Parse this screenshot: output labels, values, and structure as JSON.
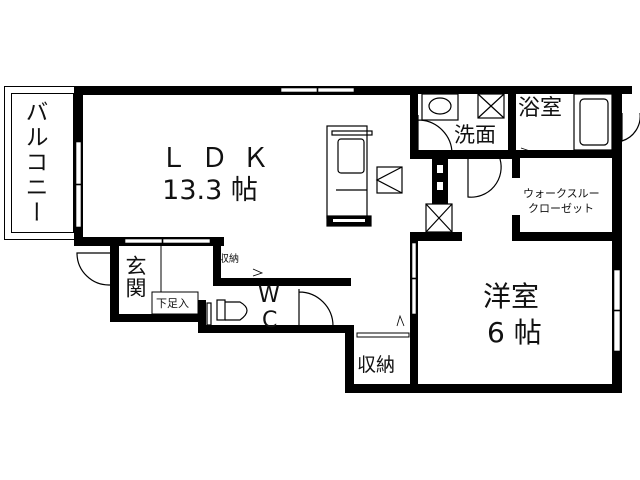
{
  "floor_plan": {
    "type": "apartment-1LDK",
    "rooms": {
      "ldk": {
        "name": "ＬＤＫ",
        "size": "13.3 帖"
      },
      "balcony": {
        "name": "バルコニー"
      },
      "bathroom": {
        "name": "浴室"
      },
      "washroom": {
        "name": "洗面"
      },
      "walk_through_closet": {
        "line1": "ウォークスルー",
        "line2": "クローゼット"
      },
      "entrance": {
        "name": "玄関"
      },
      "shoe_storage": {
        "name": "下足入"
      },
      "small_storage": {
        "name": "収納"
      },
      "toilet": {
        "line1": "W",
        "line2": "C"
      },
      "storage": {
        "name": "収納"
      },
      "western_room": {
        "name": "洋室",
        "size": "6 帖"
      }
    },
    "colors": {
      "wall": "#000000",
      "background": "#ffffff",
      "text": "#111111"
    }
  }
}
